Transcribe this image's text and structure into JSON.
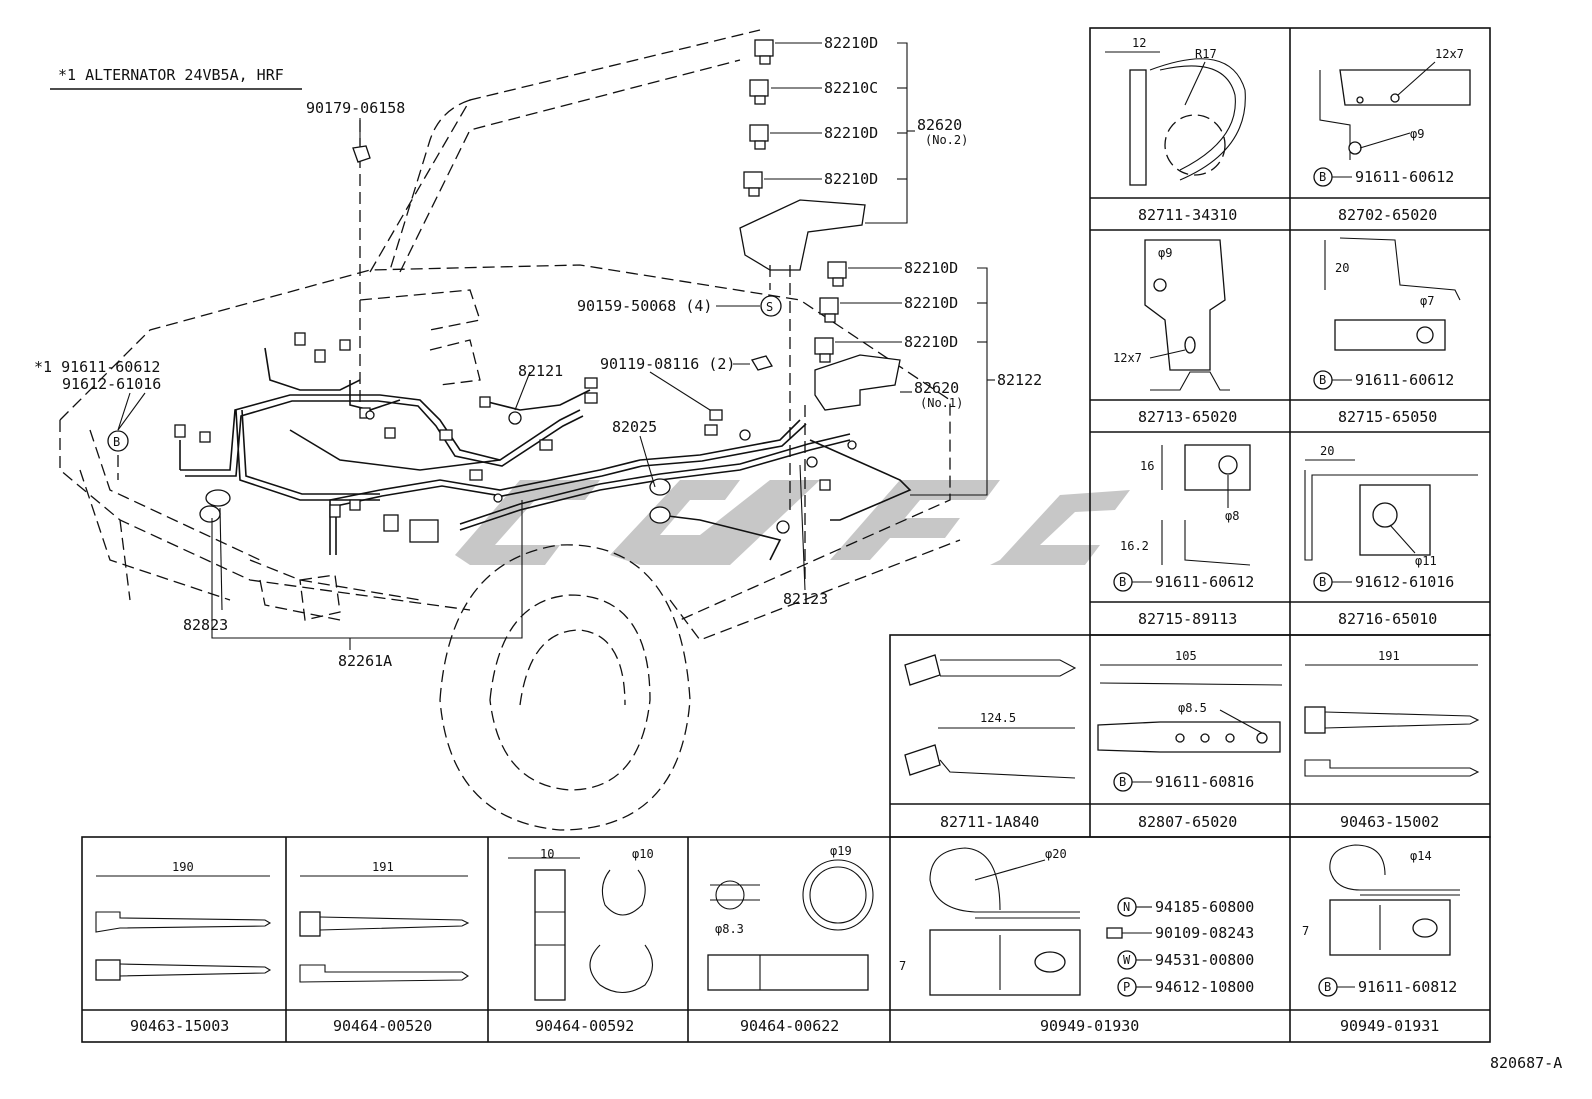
{
  "header": {
    "note": "*1 ALTERNATOR 24VB5A, HRF",
    "footer_code": "820687-A"
  },
  "main_labels": {
    "p90179": "90179-06158",
    "p82210D_1": "82210D",
    "p82210C": "82210C",
    "p82210D_2": "82210D",
    "p82210D_3": "82210D",
    "p82620_no2": "82620",
    "p82620_no2_sub": "(No.2)",
    "p82210D_4": "82210D",
    "p82210D_5": "82210D",
    "p82210D_6": "82210D",
    "p82620_no1": "82620",
    "p82620_no1_sub": "(No.1)",
    "p82122": "82122",
    "p90159": "90159-50068 (4)",
    "p90119": "90119-08116 (2)",
    "p82121": "82121",
    "p82025": "82025",
    "p82123": "82123",
    "p82823": "82823",
    "p82261A": "82261A",
    "p91611_60612_star": "*1 91611-60612",
    "p91612_61016": "91612-61016",
    "marker_S": "S",
    "marker_B": "B"
  },
  "grid_right": [
    {
      "caption": "82711-34310",
      "dims": [
        "12",
        "R17"
      ]
    },
    {
      "caption": "82702-65020",
      "dims": [
        "12x7",
        "φ9"
      ],
      "bolt": "91611-60612",
      "marker": "B"
    },
    {
      "caption": "82713-65020",
      "dims": [
        "φ9",
        "12x7"
      ]
    },
    {
      "caption": "82715-65050",
      "dims": [
        "20",
        "φ7"
      ],
      "bolt": "91611-60612",
      "marker": "B"
    },
    {
      "caption": "82715-89113",
      "dims": [
        "16",
        "16.2",
        "φ8"
      ],
      "bolt": "91611-60612",
      "marker": "B"
    },
    {
      "caption": "82716-65010",
      "dims": [
        "20",
        "φ11"
      ],
      "bolt": "91612-61016",
      "marker": "B"
    }
  ],
  "grid_mid": [
    {
      "caption": "82711-1A840",
      "dims": [
        "124.5"
      ]
    },
    {
      "caption": "82807-65020",
      "dims": [
        "105",
        "φ8.5"
      ],
      "bolt": "91611-60816",
      "marker": "B"
    },
    {
      "caption": "90463-15002",
      "dims": [
        "191"
      ]
    }
  ],
  "grid_bottom": [
    {
      "caption": "90463-15003",
      "dims": [
        "190"
      ]
    },
    {
      "caption": "90464-00520",
      "dims": [
        "191"
      ]
    },
    {
      "caption": "90464-00592",
      "dims": [
        "10",
        "φ10"
      ]
    },
    {
      "caption": "90464-00622",
      "dims": [
        "φ19",
        "φ8.3"
      ]
    },
    {
      "caption": "90949-01930",
      "dims": [
        "φ20",
        "7"
      ],
      "hardware": [
        {
          "marker": "N",
          "part": "94185-60800"
        },
        {
          "marker": "",
          "part": "90109-08243"
        },
        {
          "marker": "W",
          "part": "94531-00800"
        },
        {
          "marker": "P",
          "part": "94612-10800"
        }
      ]
    },
    {
      "caption": "90949-01931",
      "dims": [
        "φ14",
        "7"
      ],
      "bolt": "91611-60812",
      "marker": "B"
    }
  ]
}
